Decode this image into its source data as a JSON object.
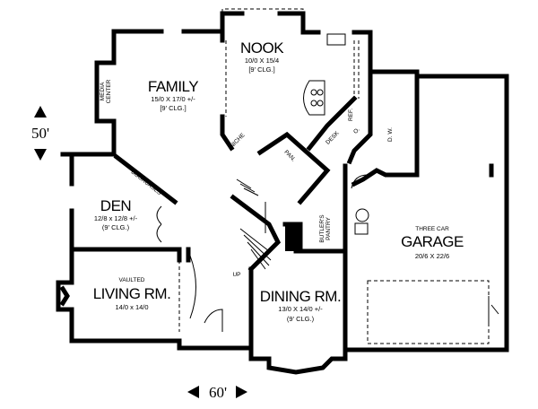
{
  "rooms": {
    "nook": {
      "name": "NOOK",
      "size": "10/0 X 15/4",
      "ceiling": "[9' CLG.]"
    },
    "family": {
      "name": "FAMILY",
      "size": "15/0 X 17/0 +/-",
      "ceiling": "[9' CLG.]"
    },
    "den": {
      "name": "DEN",
      "size": "12/8 x 12/8 +/-",
      "ceiling": "(9' CLG.)"
    },
    "living": {
      "prefix": "VAULTED",
      "name": "LIVING RM.",
      "size": "14/0 x 14/0"
    },
    "dining": {
      "name": "DINING RM.",
      "size": "13/0 X 14/0 +/-",
      "ceiling": "(9' CLG.)"
    },
    "garage": {
      "prefix": "THREE CAR",
      "name": "GARAGE",
      "size": "20/6 X 22/6"
    }
  },
  "labels": {
    "media_center_1": "MEDIA",
    "media_center_2": "CENTER",
    "niche": "NICHE",
    "bookcases": "BOOKCASES",
    "pan": "PAN.",
    "desk": "DESK",
    "ref": "REF.",
    "o": "O.",
    "dw": "D. W.",
    "butlers_1": "BUTLER'S",
    "butlers_2": "PANTRY",
    "up": "UP"
  },
  "dimensions": {
    "depth": "50'",
    "width": "60'"
  }
}
